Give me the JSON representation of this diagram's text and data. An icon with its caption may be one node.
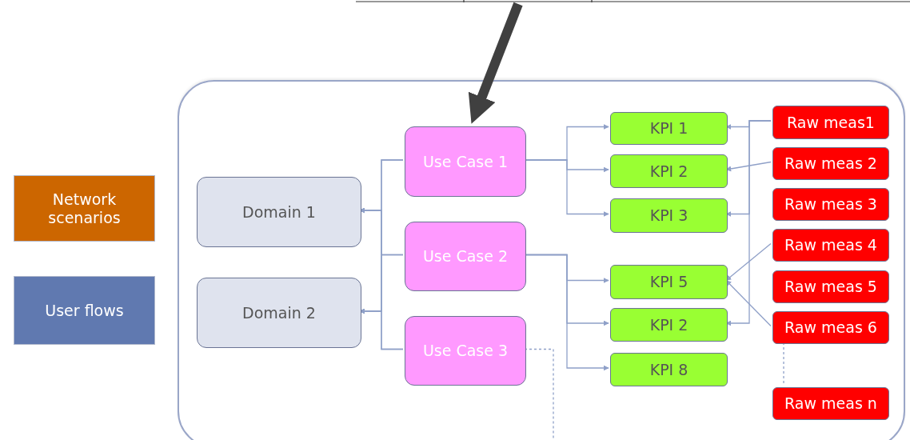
{
  "diagram": {
    "nodes": [
      {
        "text": [],
        "shape": "box"
      },
      {
        "text": [
          "Network scenarios"
        ]
      },
      {
        "text": [
          "User flows"
        ]
      },
      {
        "text": [
          "Domain 1"
        ],
        "in": 0
      },
      {
        "text": [
          "Domain 2"
        ],
        "in": 0
      },
      {
        "text": [
          "Use Case 1"
        ],
        "in": 0
      },
      {
        "text": [
          "Use Case 2"
        ],
        "in": 0
      },
      {
        "text": [
          "Use Case 3"
        ],
        "in": 0
      },
      {
        "text": [
          "KPI 1"
        ],
        "in": 0
      },
      {
        "text": [
          "KPI 2"
        ],
        "in": 0
      },
      {
        "text": [
          "KPI 3"
        ],
        "in": 0
      },
      {
        "text": [
          "KPI 5"
        ],
        "in": 0
      },
      {
        "text": [
          "KPI 2"
        ],
        "in": 0
      },
      {
        "text": [
          "KPI 8"
        ],
        "in": 0
      },
      {
        "text": [
          "Raw meas1"
        ],
        "in": 0
      },
      {
        "text": [
          "Raw meas 2"
        ],
        "in": 0
      },
      {
        "text": [
          "Raw meas 3"
        ],
        "in": 0
      },
      {
        "text": [
          "Raw meas 4"
        ],
        "in": 0
      },
      {
        "text": [
          "Raw meas 5"
        ],
        "in": 0
      },
      {
        "text": [
          "Raw meas 6"
        ],
        "in": 0
      },
      {
        "text": [
          "Raw meas n"
        ],
        "in": 0
      }
    ],
    "edges": [
      {
        "from": null,
        "to": 0,
        "arrow": "to",
        "style": "thick",
        "color": "#404040"
      },
      {
        "from": 5,
        "to": 3,
        "arrow": "to"
      },
      {
        "from": 6,
        "to": 3,
        "arrow": "to"
      },
      {
        "from": 7,
        "to": 3,
        "arrow": "to"
      },
      {
        "from": 5,
        "to": 4,
        "arrow": "to"
      },
      {
        "from": 6,
        "to": 4,
        "arrow": "to"
      },
      {
        "from": 7,
        "to": 4,
        "arrow": "to"
      },
      {
        "from": 5,
        "to": 8,
        "arrow": "to"
      },
      {
        "from": 5,
        "to": 9,
        "arrow": "to"
      },
      {
        "from": 5,
        "to": 10,
        "arrow": "to"
      },
      {
        "from": 6,
        "to": 11,
        "arrow": "to"
      },
      {
        "from": 6,
        "to": 12,
        "arrow": "to"
      },
      {
        "from": 6,
        "to": 13,
        "arrow": "to"
      },
      {
        "from": 7,
        "to": null,
        "arrow": "none",
        "style": "dashed"
      },
      {
        "from": 14,
        "to": 8,
        "arrow": "to"
      },
      {
        "from": 14,
        "to": 10,
        "arrow": "to"
      },
      {
        "from": 14,
        "to": 12,
        "arrow": "to"
      },
      {
        "from": 15,
        "to": 9,
        "arrow": "to"
      },
      {
        "from": 17,
        "to": 11,
        "arrow": "to"
      },
      {
        "from": 19,
        "to": 11,
        "arrow": "to"
      },
      {
        "from": 19,
        "to": 20,
        "arrow": "none",
        "style": "dashed"
      }
    ]
  }
}
